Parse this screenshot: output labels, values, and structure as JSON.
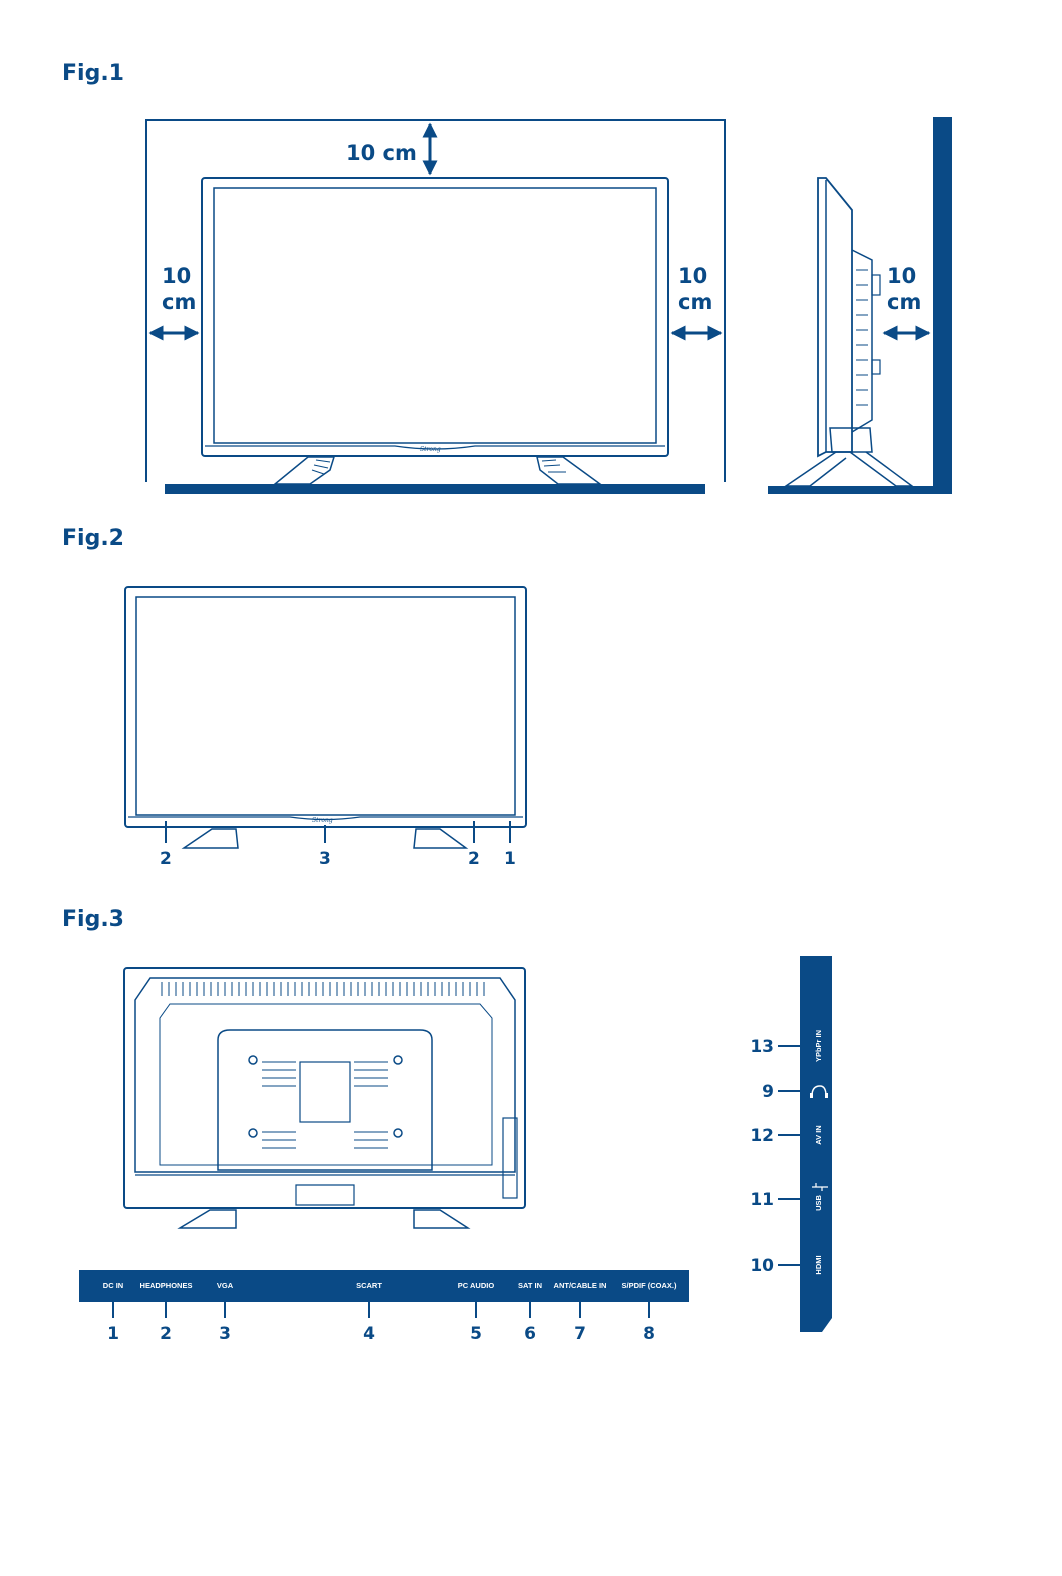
{
  "colors": {
    "primary": "#0a4a86",
    "background": "#ffffff"
  },
  "fig1": {
    "title": "Fig.1",
    "top_clearance": "10 cm",
    "left_clearance": {
      "value": "10",
      "unit": "cm"
    },
    "right_clearance": {
      "value": "10",
      "unit": "cm"
    },
    "wall_clearance": {
      "value": "10",
      "unit": "cm"
    }
  },
  "fig2": {
    "title": "Fig.2",
    "callouts": [
      "2",
      "3",
      "2",
      "1"
    ]
  },
  "fig3": {
    "title": "Fig.3",
    "bottom_ports": [
      {
        "label": "DC IN",
        "number": "1"
      },
      {
        "label": "HEADPHONES",
        "number": "2"
      },
      {
        "label": "VGA",
        "number": "3"
      },
      {
        "label": "SCART",
        "number": "4"
      },
      {
        "label": "PC AUDIO",
        "number": "5"
      },
      {
        "label": "SAT IN",
        "number": "6"
      },
      {
        "label": "ANT/CABLE IN",
        "number": "7"
      },
      {
        "label": "S/PDIF (COAX.)",
        "number": "8"
      }
    ],
    "side_ports": [
      {
        "label": "YPbPr IN",
        "number": "13"
      },
      {
        "label": "",
        "number": "9",
        "icon": "headphones-icon"
      },
      {
        "label": "AV IN",
        "number": "12"
      },
      {
        "label": "USB",
        "number": "11",
        "icon": "usb-icon"
      },
      {
        "label": "HDMI",
        "number": "10"
      }
    ]
  }
}
